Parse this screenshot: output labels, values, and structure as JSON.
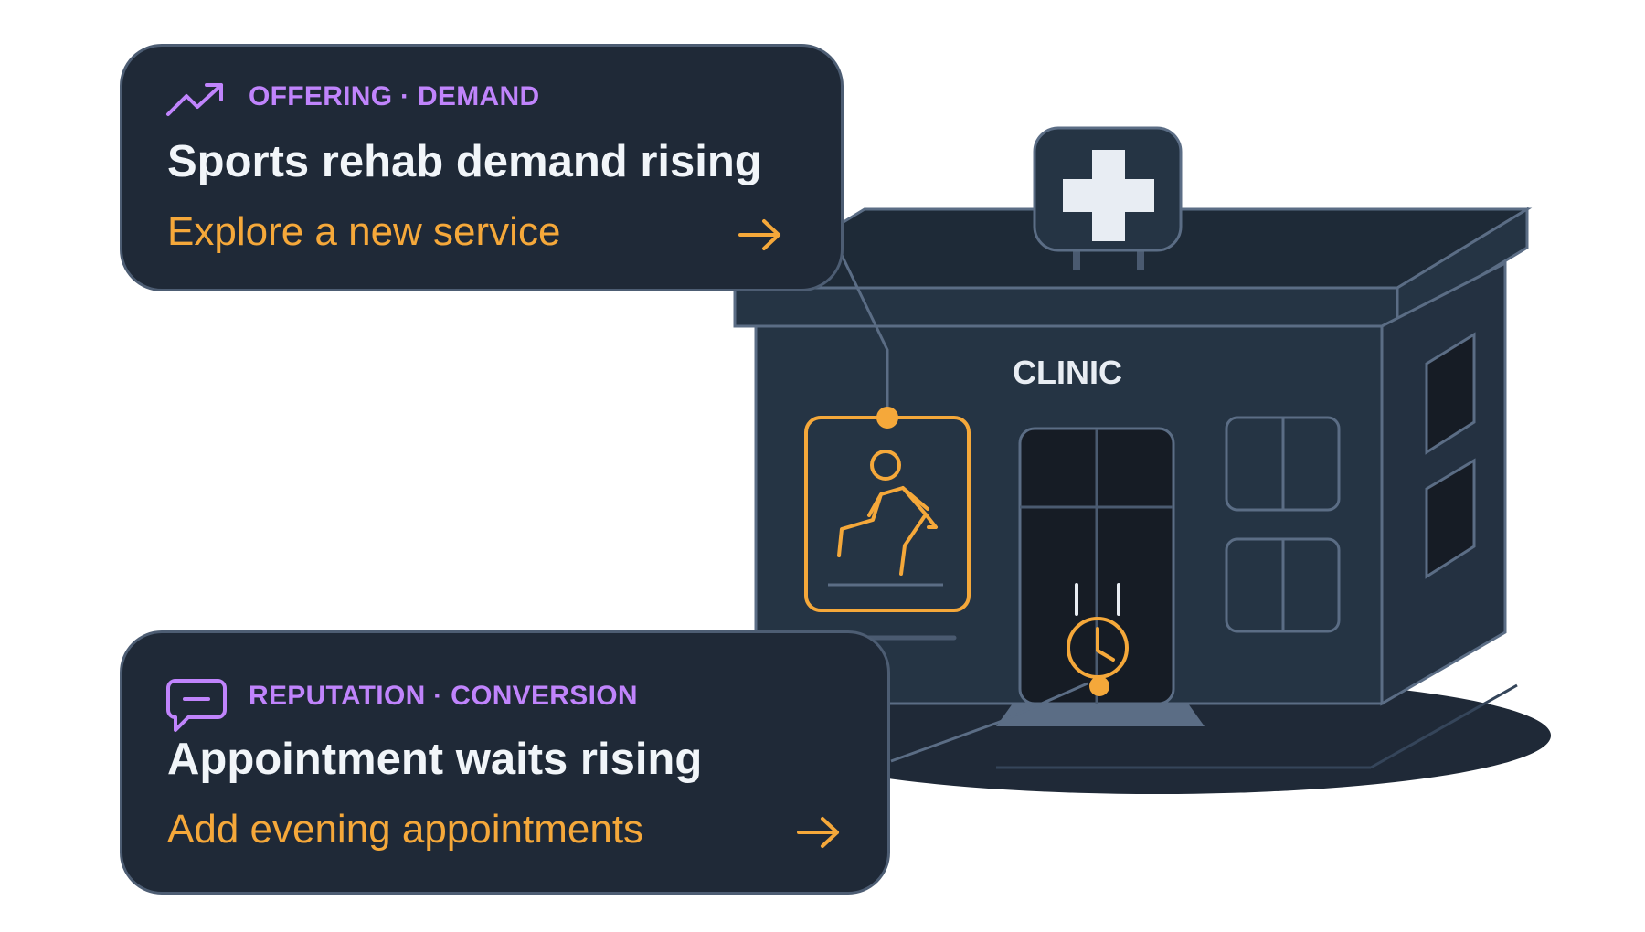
{
  "building": {
    "sign_text": "CLINIC"
  },
  "cards": {
    "offering": {
      "kicker": "OFFERING · DEMAND",
      "headline": "Sports rehab demand rising",
      "action": "Explore a new service"
    },
    "reputation": {
      "kicker": "REPUTATION · CONVERSION",
      "headline": "Appointment waits rising",
      "action": "Add evening appointments"
    }
  },
  "icons": {
    "offering_kicker": "trending-up-icon",
    "reputation_kicker": "chat-bubble-icon",
    "cross": "medical-cross-icon",
    "runner": "running-person-icon",
    "clock": "clock-icon",
    "arrow": "arrow-right-icon"
  },
  "colors": {
    "card_bg": "#1f2937",
    "card_border": "#4d5d73",
    "kicker": "#c084fc",
    "headline": "#f1f5f9",
    "accent_orange": "#f5a83a",
    "building_front": "#253444",
    "building_top": "#1e2a37",
    "window_dark": "#161c25",
    "shadow": "#1f2937",
    "sign_white": "#e8edf3"
  }
}
